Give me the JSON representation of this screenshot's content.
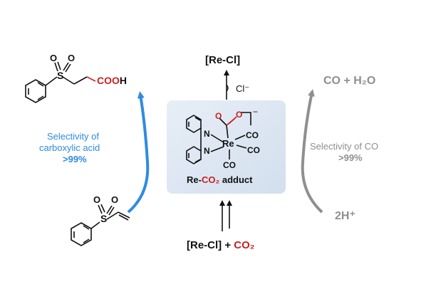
{
  "colors": {
    "blue": "#2f8be0",
    "gray": "#8f8f8f",
    "red": "#cc1f1f",
    "black": "#111111",
    "panel": "#dce6f2"
  },
  "top": {
    "product": "[Re-Cl]",
    "released_ion": "Cl⁻"
  },
  "bottom": {
    "reactant_complex": "[Re-Cl]",
    "plus": " + ",
    "reactant_gas": "CO₂"
  },
  "center": {
    "adduct_prefix": "Re-",
    "adduct_co2": "CO₂",
    "adduct_suffix": " adduct",
    "metal": "Re",
    "ligands": [
      "CO",
      "CO",
      "CO"
    ],
    "donor_atoms": [
      "N",
      "N"
    ],
    "charge": "−"
  },
  "left": {
    "selectivity_line1": "Selectivity of",
    "selectivity_line2": "carboxylic acid",
    "selectivity_value": ">99%",
    "product_group": "COOH",
    "product_group_color_part": "COO",
    "product_group_h": "H",
    "sulfur": "S",
    "oxygen": "O"
  },
  "right": {
    "products": "CO + H₂O",
    "selectivity_label": "Selectivity of CO",
    "selectivity_value": ">99%",
    "protons": "2H⁺"
  }
}
